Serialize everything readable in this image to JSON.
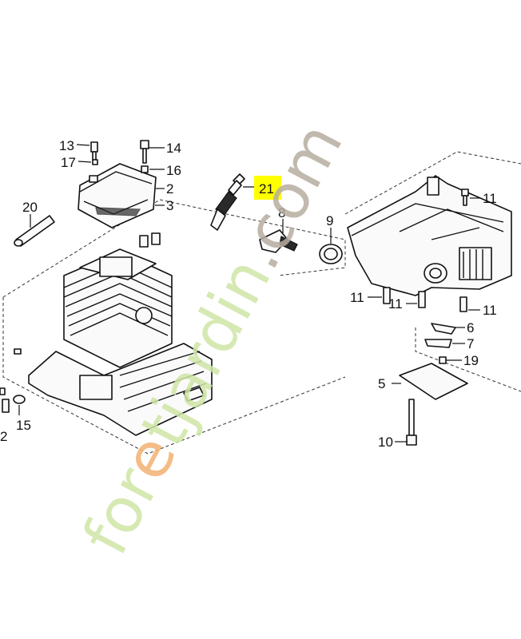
{
  "callouts": {
    "c13": "13",
    "c14": "14",
    "c17": "17",
    "c16": "16",
    "c2a": "2",
    "c3": "3",
    "c20": "20",
    "c21": "21",
    "c8": "8",
    "c9": "9",
    "c11a": "11",
    "c11b": "11",
    "c11c": "11",
    "c11d": "11",
    "c6": "6",
    "c7": "7",
    "c19": "19",
    "c5": "5",
    "c10": "10",
    "c15": "15",
    "c2b": "2"
  },
  "highlight_color": "#ffff00",
  "watermark": {
    "part1": "for",
    "part2": "e",
    "part3": "tjardin",
    "part4": ".com"
  }
}
